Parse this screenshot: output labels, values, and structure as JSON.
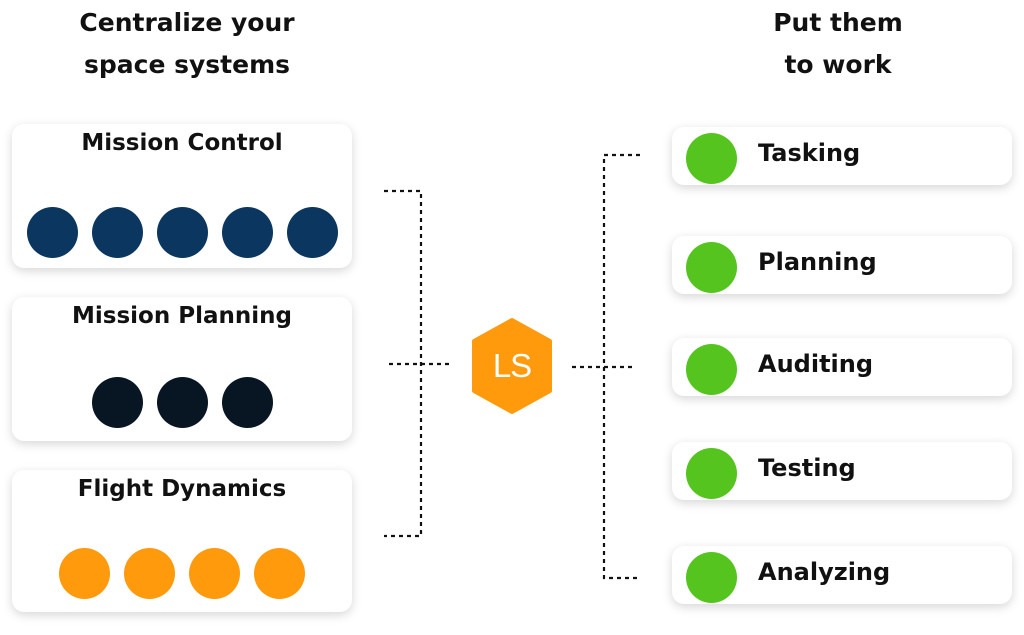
{
  "headings": {
    "left": "Centralize your\nspace systems",
    "right": "Put them\nto work"
  },
  "systems": [
    {
      "name": "Mission Control",
      "dots": 5,
      "color": "#0b3660"
    },
    {
      "name": "Mission Planning",
      "dots": 3,
      "color": "#081522"
    },
    {
      "name": "Flight Dynamics",
      "dots": 4,
      "color": "#ff9a0d"
    }
  ],
  "hub": {
    "logo_text": "LS",
    "color": "#ff9a0d"
  },
  "uses": [
    {
      "label": "Tasking",
      "color": "#55c41f"
    },
    {
      "label": "Planning",
      "color": "#55c41f"
    },
    {
      "label": "Auditing",
      "color": "#55c41f"
    },
    {
      "label": "Testing",
      "color": "#55c41f"
    },
    {
      "label": "Analyzing",
      "color": "#55c41f"
    }
  ]
}
